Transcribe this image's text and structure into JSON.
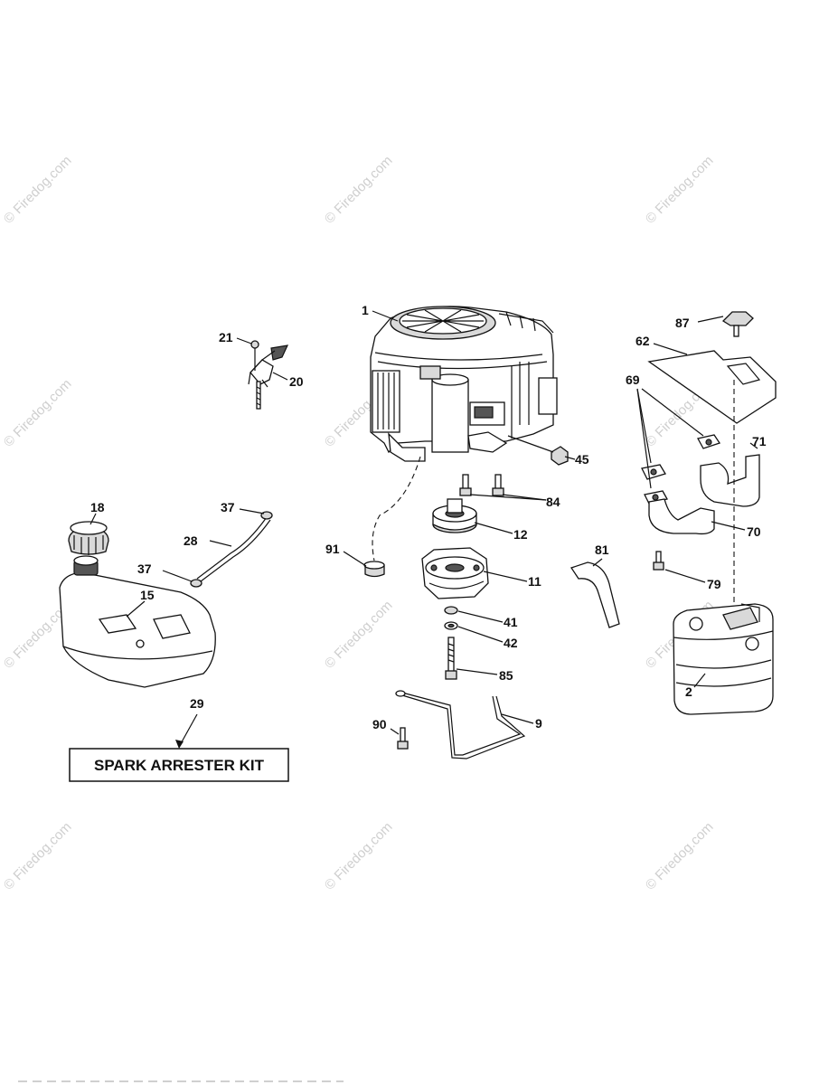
{
  "watermark": "© Firedog.com",
  "kit_box": {
    "label": "SPARK ARRESTER KIT"
  },
  "labels": {
    "p1": "1",
    "p2": "2",
    "p9": "9",
    "p11": "11",
    "p12": "12",
    "p15": "15",
    "p18": "18",
    "p20": "20",
    "p21": "21",
    "p28": "28",
    "p29": "29",
    "p37a": "37",
    "p37b": "37",
    "p41": "41",
    "p42": "42",
    "p45": "45",
    "p62": "62",
    "p69": "69",
    "p70": "70",
    "p71": "71",
    "p79": "79",
    "p81": "81",
    "p84": "84",
    "p85": "85",
    "p87": "87",
    "p90": "90",
    "p91": "91"
  }
}
